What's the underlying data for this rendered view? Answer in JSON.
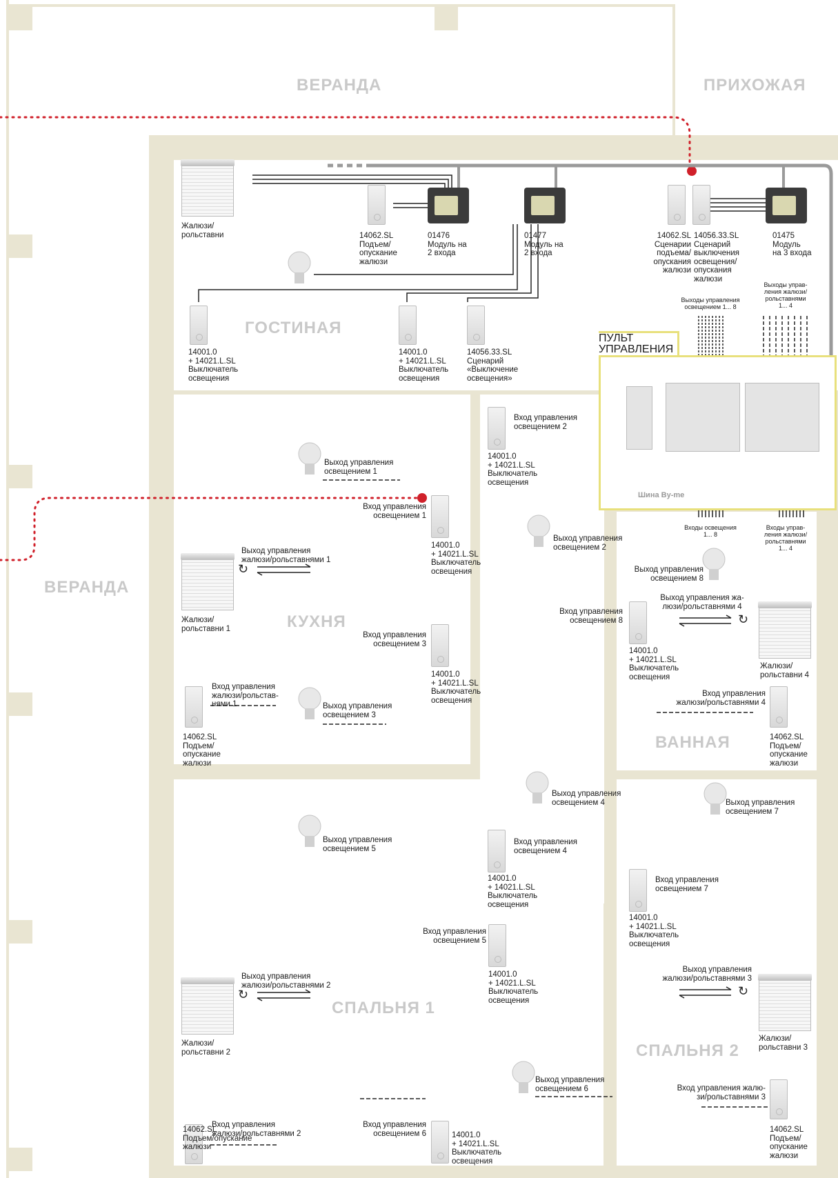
{
  "rooms": {
    "veranda_top": "ВЕРАНДА",
    "hallway": "ПРИХОЖАЯ",
    "living": "ГОСТИНАЯ",
    "veranda_left": "ВЕРАНДА",
    "kitchen": "КУХНЯ",
    "bathroom": "ВАННАЯ",
    "bedroom1": "СПАЛЬНЯ 1",
    "bedroom2": "СПАЛЬНЯ 2"
  },
  "panel": {
    "title": "ПУЛЬТ\nУПРАВЛЕНИЯ",
    "bus": "Шина By-me",
    "outputs_light": "Выходы управления\nосвещением 1... 8",
    "outputs_blinds": "Выходы управ-\nления жалюзи/\nрольставнями\n1... 4",
    "inputs_light": "Входы освещения\n1... 8",
    "inputs_blinds": "Входы управ-\nления жалюзи/\nрольставнями\n1... 4"
  },
  "living": {
    "blind": "Жалюзи/\nрольставни",
    "sw_14062": "14062.SL\nПодъем/\nопускание\nжалюзи",
    "mod_01476": "01476\nМодуль на\n2 входа",
    "mod_01477": "01477\nМодуль на\n2 входа",
    "sc_14062": "14062.SL\nСценарии\nподъема/\nопускания\nжалюзи",
    "sc_14056": "14056.33.SL\nСценарий\nвыключения\nосвещения/\nопускания\nжалюзи",
    "mod_01475": "01475\nМодуль\nна 3 входа",
    "sw1": "14001.0\n+ 14021.L.SL\nВыключатель\nосвещения",
    "sw2": "14001.0\n+ 14021.L.SL\nВыключатель\nосвещения",
    "sc_off": "14056.33.SL\nСценарий\n«Выключение\nосвещения»"
  },
  "kitchen": {
    "out_light1": "Выход управления\nосвещением 1",
    "in_light1": "Вход управления\nосвещением 1",
    "sw_light1": "14001.0\n+ 14021.L.SL\nВыключатель\nосвещения",
    "out_blind1": "Выход управления\nжалюзи/рольставнями 1",
    "blind1": "Жалюзи/\nрольставни 1",
    "in_light3": "Вход управления\nосвещением 3",
    "sw_light3": "14001.0\n+ 14021.L.SL\nВыключатель\nосвещения",
    "in_blind1": "Вход управления\nжалюзи/рольстав-\nнями 1",
    "out_light3": "Выход управления\nосвещением 3",
    "sw_blind1": "14062.SL\nПодъем/\nопускание\nжалюзи"
  },
  "corridor": {
    "in_light2": "Вход управления\nосвещением 2",
    "sw_light2": "14001.0\n+ 14021.L.SL\nВыключатель\nосвещения",
    "out_light2": "Выход управления\nосвещением 2",
    "out_light4": "Выход управления\nосвещением 4",
    "in_light4": "Вход управления\nосвещением 4",
    "sw_light4": "14001.0\n+ 14021.L.SL\nВыключатель\nосвещения"
  },
  "bathroom": {
    "out_light8": "Выход управления\nосвещением 8",
    "out_blind4": "Выход управления жа-\nлюзи/рольставнями 4",
    "in_light8": "Вход управления\nосвещением 8",
    "sw_light8": "14001.0\n+ 14021.L.SL\nВыключатель\nосвещения",
    "blind4": "Жалюзи/\nрольставни 4",
    "in_blind4": "Вход управления\nжалюзи/рольставнями 4",
    "sw_blind4": "14062.SL\nПодъем/\nопускание\nжалюзи"
  },
  "bedroom1": {
    "out_light5": "Выход управления\nосвещением 5",
    "in_light5": "Вход управления\nосвещением 5",
    "sw_light5": "14001.0\n+ 14021.L.SL\nВыключатель\nосвещения",
    "out_blind2": "Выход управления\nжалюзи/рольставнями 2",
    "blind2": "Жалюзи/\nрольставни 2",
    "out_light6": "Выход управления\nосвещением 6",
    "in_blind2": "Вход управления\nжалюзи/рольставнями 2",
    "sw_blind2": "14062.SL\nПодъем/опускание\nжалюзи",
    "in_light6": "Вход управления\nосвещением 6",
    "sw_light6": "14001.0\n+ 14021.L.SL\nВыключатель\nосвещения"
  },
  "bedroom2": {
    "out_light7": "Выход управления\nосвещением 7",
    "in_light7": "Вход управления\nосвещением 7",
    "sw_light7": "14001.0\n+ 14021.L.SL\nВыключатель\nосвещения",
    "out_blind3": "Выход управления\nжалюзи/рольставнями 3",
    "blind3": "Жалюзи/\nрольставни 3",
    "in_blind3": "Вход управления жалю-\nзи/рольставнями 3",
    "sw_blind3": "14062.SL\nПодъем/\nопускание\nжалюзи"
  },
  "colors": {
    "wall": "#e9e5d2",
    "bus": "#9a9a9a",
    "dotted": "#d0202a",
    "panel_border": "#e8e07c"
  }
}
